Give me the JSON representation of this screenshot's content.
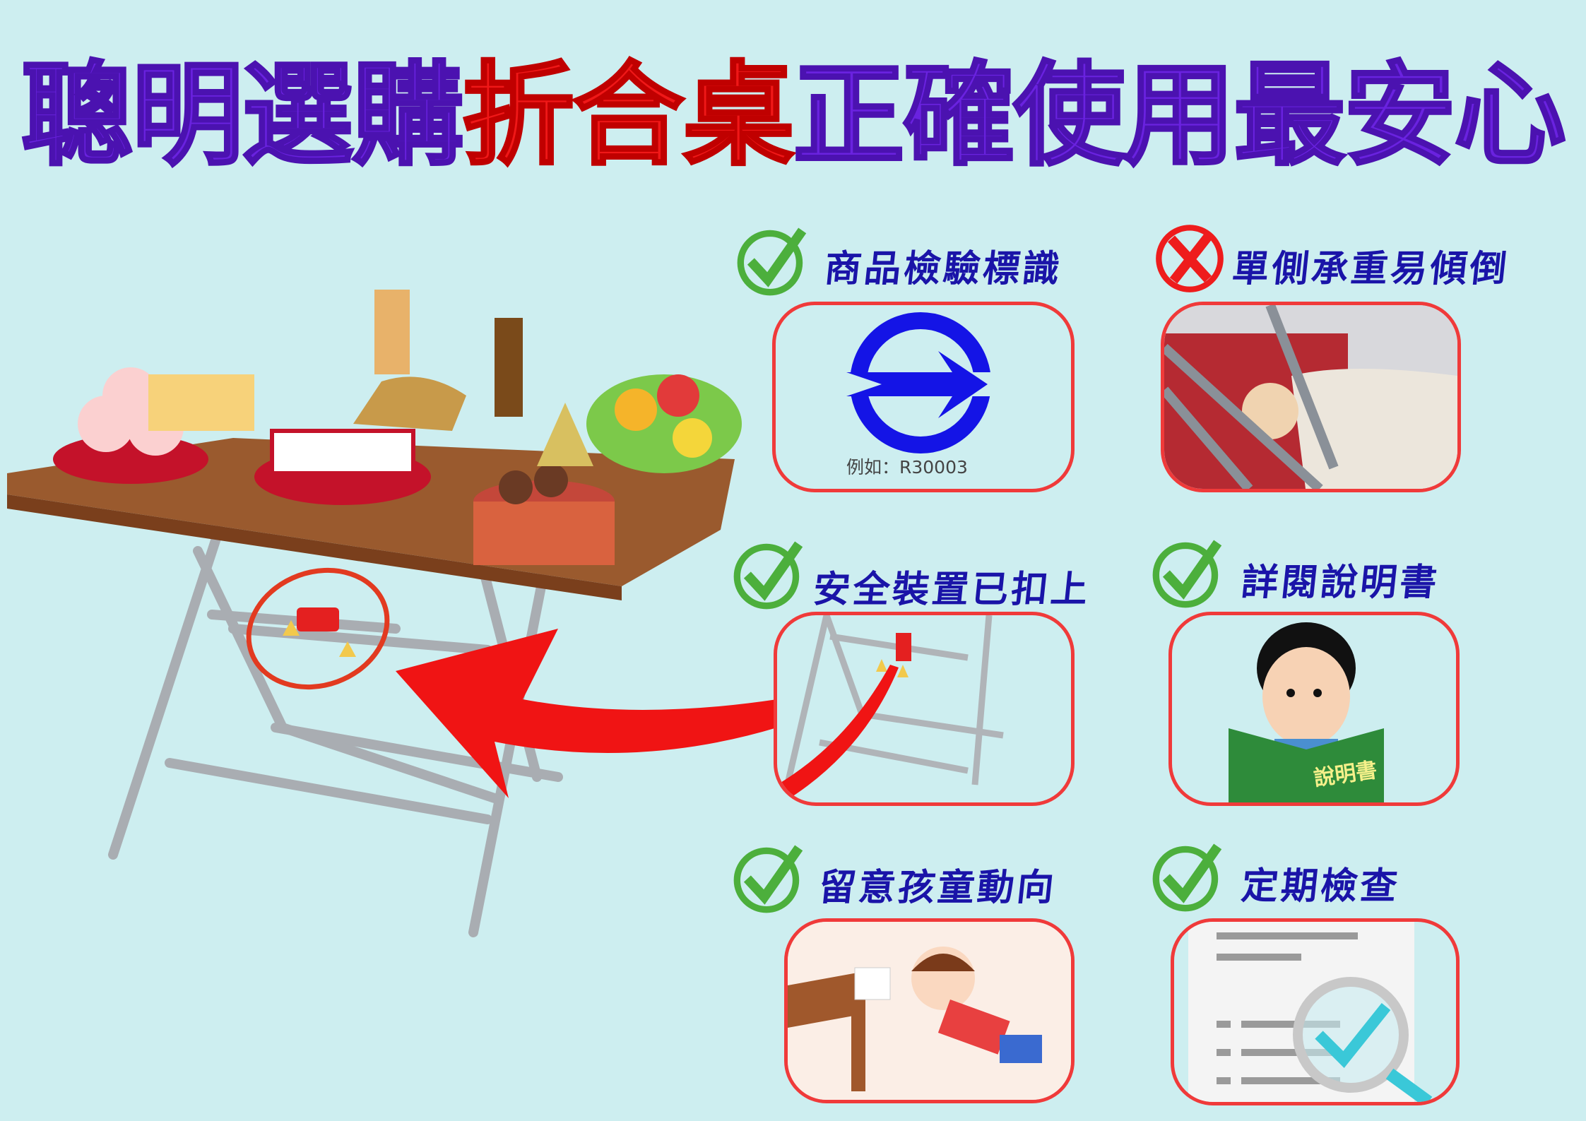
{
  "title": {
    "part1": "聰明選購",
    "part2": "折合桌",
    "part3": "正確使用最安心",
    "colors": {
      "purple": "#6a22e0",
      "red": "#f01818"
    }
  },
  "items": [
    {
      "label": "商品檢驗標識",
      "status": "check",
      "image_caption": "例如：R30003"
    },
    {
      "label": "單側承重易傾倒",
      "status": "cross"
    },
    {
      "label": "安全裝置已扣上",
      "status": "check"
    },
    {
      "label": "詳閱說明書",
      "status": "check",
      "book_text": "說明書"
    },
    {
      "label": "留意孩童動向",
      "status": "check"
    },
    {
      "label": "定期檢查",
      "status": "check"
    }
  ],
  "colors": {
    "background": "#cdeef0",
    "label": "#1a14a8",
    "check": "#4caf3c",
    "cross": "#ee1c1c",
    "frame": "#f03a3a"
  }
}
